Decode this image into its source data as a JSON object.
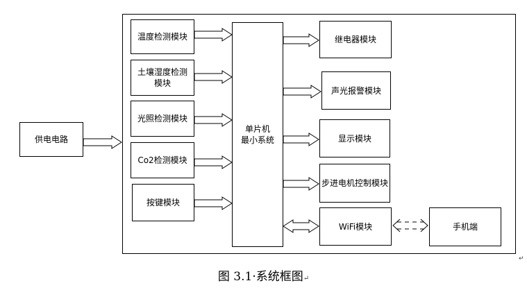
{
  "power": {
    "label": "供电电路"
  },
  "inputs": [
    {
      "label": "温度检测模块"
    },
    {
      "label": "土壤湿度检测模块"
    },
    {
      "label": "光照检测模块"
    },
    {
      "label": "Co2检测模块"
    },
    {
      "label": "按键模块"
    }
  ],
  "mcu": {
    "line1": "单片机",
    "line2": "最小系统"
  },
  "outputs": [
    {
      "label": "继电器模块"
    },
    {
      "label": "声光报警模块"
    },
    {
      "label": "显示模块"
    },
    {
      "label": "步进电机控制模块"
    },
    {
      "label": "WiFi模块"
    }
  ],
  "phone": {
    "label": "手机端"
  },
  "caption": {
    "text": "图 3.1·系统框图"
  },
  "marks": {
    "paragraph": "↵"
  }
}
